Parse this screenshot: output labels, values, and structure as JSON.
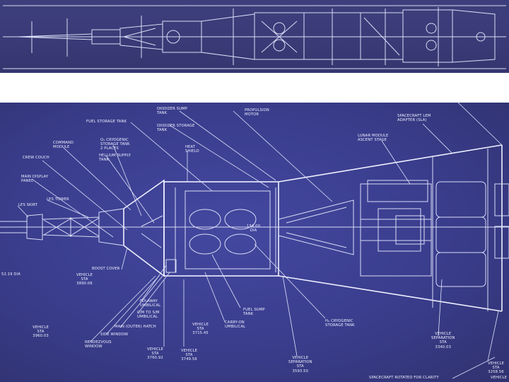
{
  "overview": {
    "note": ""
  },
  "labels": {
    "oxidizer_sump_tank": "OXIDIZER SUMP\nTANK",
    "propulsion_motor": "PROPULSION\nMOTOR",
    "fuel_storage_tank": "FUEL STORAGE TANK",
    "oxidizer_storage_tank": "OXIDIZER STORAGE\nTANK",
    "spacecraft_lem_adapter": "SPACECRAFT LEM\nADAPTER (SLA)",
    "command_module": "COMMAND\nMODULE",
    "o2_cryogenic": "O₂ CRYOGENIC\nSTORAGE TANK\n2 PLACES",
    "helium_supply_tank": "HELLIUM SUPPLY\nTANK",
    "heat_shield": "HEAT\nSHIELD",
    "lunar_module_ascent_stage": "LUNAR MODULE\nASCENT STAGE",
    "crew_couch": "CREW COUCH",
    "main_display_panel": "MAIN DISPLAY\nPANEL",
    "les_tower": "LES TOWER",
    "les_skirt": "LES SKIRT",
    "dia_154": "154.00\nDIA",
    "dia_52": "52.19 DIA",
    "boost_cover": "BOOST COVER",
    "sta_3890": "VEHICLE\nSTA\n3890.06",
    "fly_away_umbilical": "FLY-AWAY\nUMBILICAL",
    "cm_sm_umbilical": "C/M TO S/M\nUMBILICAL",
    "main_hatch": "MAIN (OUTER) HATCH",
    "side_window": "SIDE WINDOW",
    "rendezvous_window": "RENDEZVOUS\nWINDOW",
    "sta_3960": "VEHICLE\nSTA\n3960.03",
    "fuel_sump_tank": "FUEL SUMP\nTANK",
    "carry_on_umbilical": "CARRY-ON\nUMBILICAL",
    "sta_3715": "VEHICLE\nSTA\n3715.45",
    "h2_cryogenic": "H₂ CRYOGENIC\nSTORAGE TANK",
    "sta_3760": "VEHICLE\nSTA\n3760.92",
    "sta_3749": "VEHICLE\nSTA\n3749.56",
    "sta_3593": "VEHICLE\nSEPARATION\nSTA\n3593.50",
    "sta_3340": "VEHICLE\nSEPARATION\nSTA\n3340.03",
    "sta_3258": "VEHICLE\nSTA\n3258.56",
    "spacecraft_rotated": "SPACECRAFT ROTATED FOR CLARITY",
    "vehicle_bottom": "VEHICLE"
  },
  "colors": {
    "blueprint_bg": "#3a3d8c",
    "strip_bg": "#3b3c78",
    "line": "#d9dcf5",
    "page_bg": "#ffffff"
  }
}
